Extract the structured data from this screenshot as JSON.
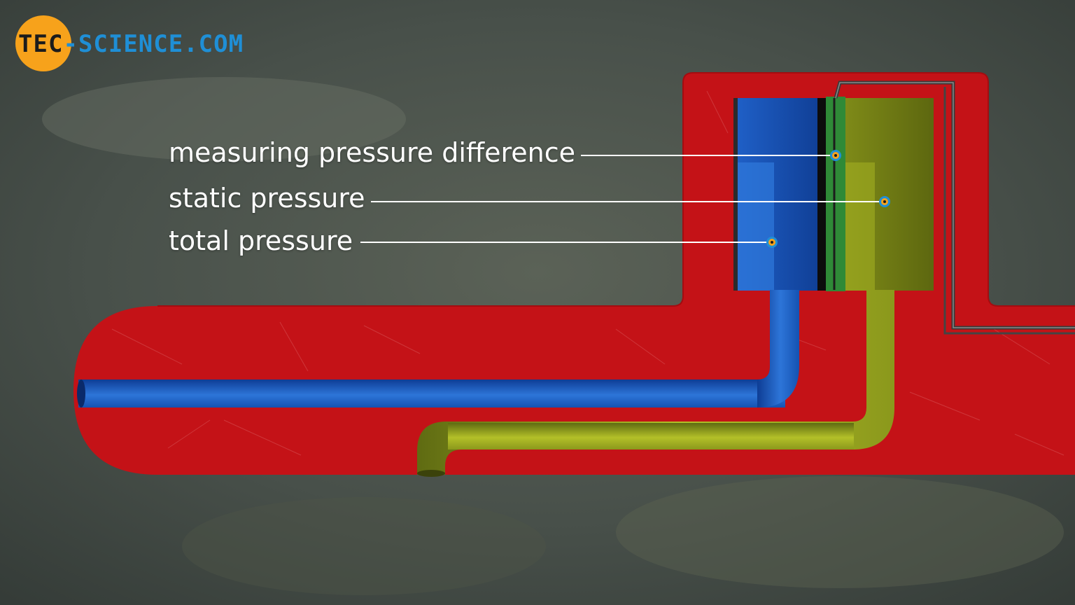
{
  "logo": {
    "text_dark_1": "TE",
    "text_dark_2": "C",
    "text_blue": "-SCIENCE.COM"
  },
  "labels": [
    "measuring pressure difference",
    "static pressure",
    "total pressure"
  ],
  "colors": {
    "housing": "#c41217",
    "total_pressure_channel": "#1b5fc7",
    "static_pressure_channel": "#8c9b1e",
    "membrane": "#2f8a37",
    "accent": "#f7a21b",
    "brand_blue": "#1f8fd6"
  },
  "icons": {
    "marker": "target-marker-icon"
  }
}
